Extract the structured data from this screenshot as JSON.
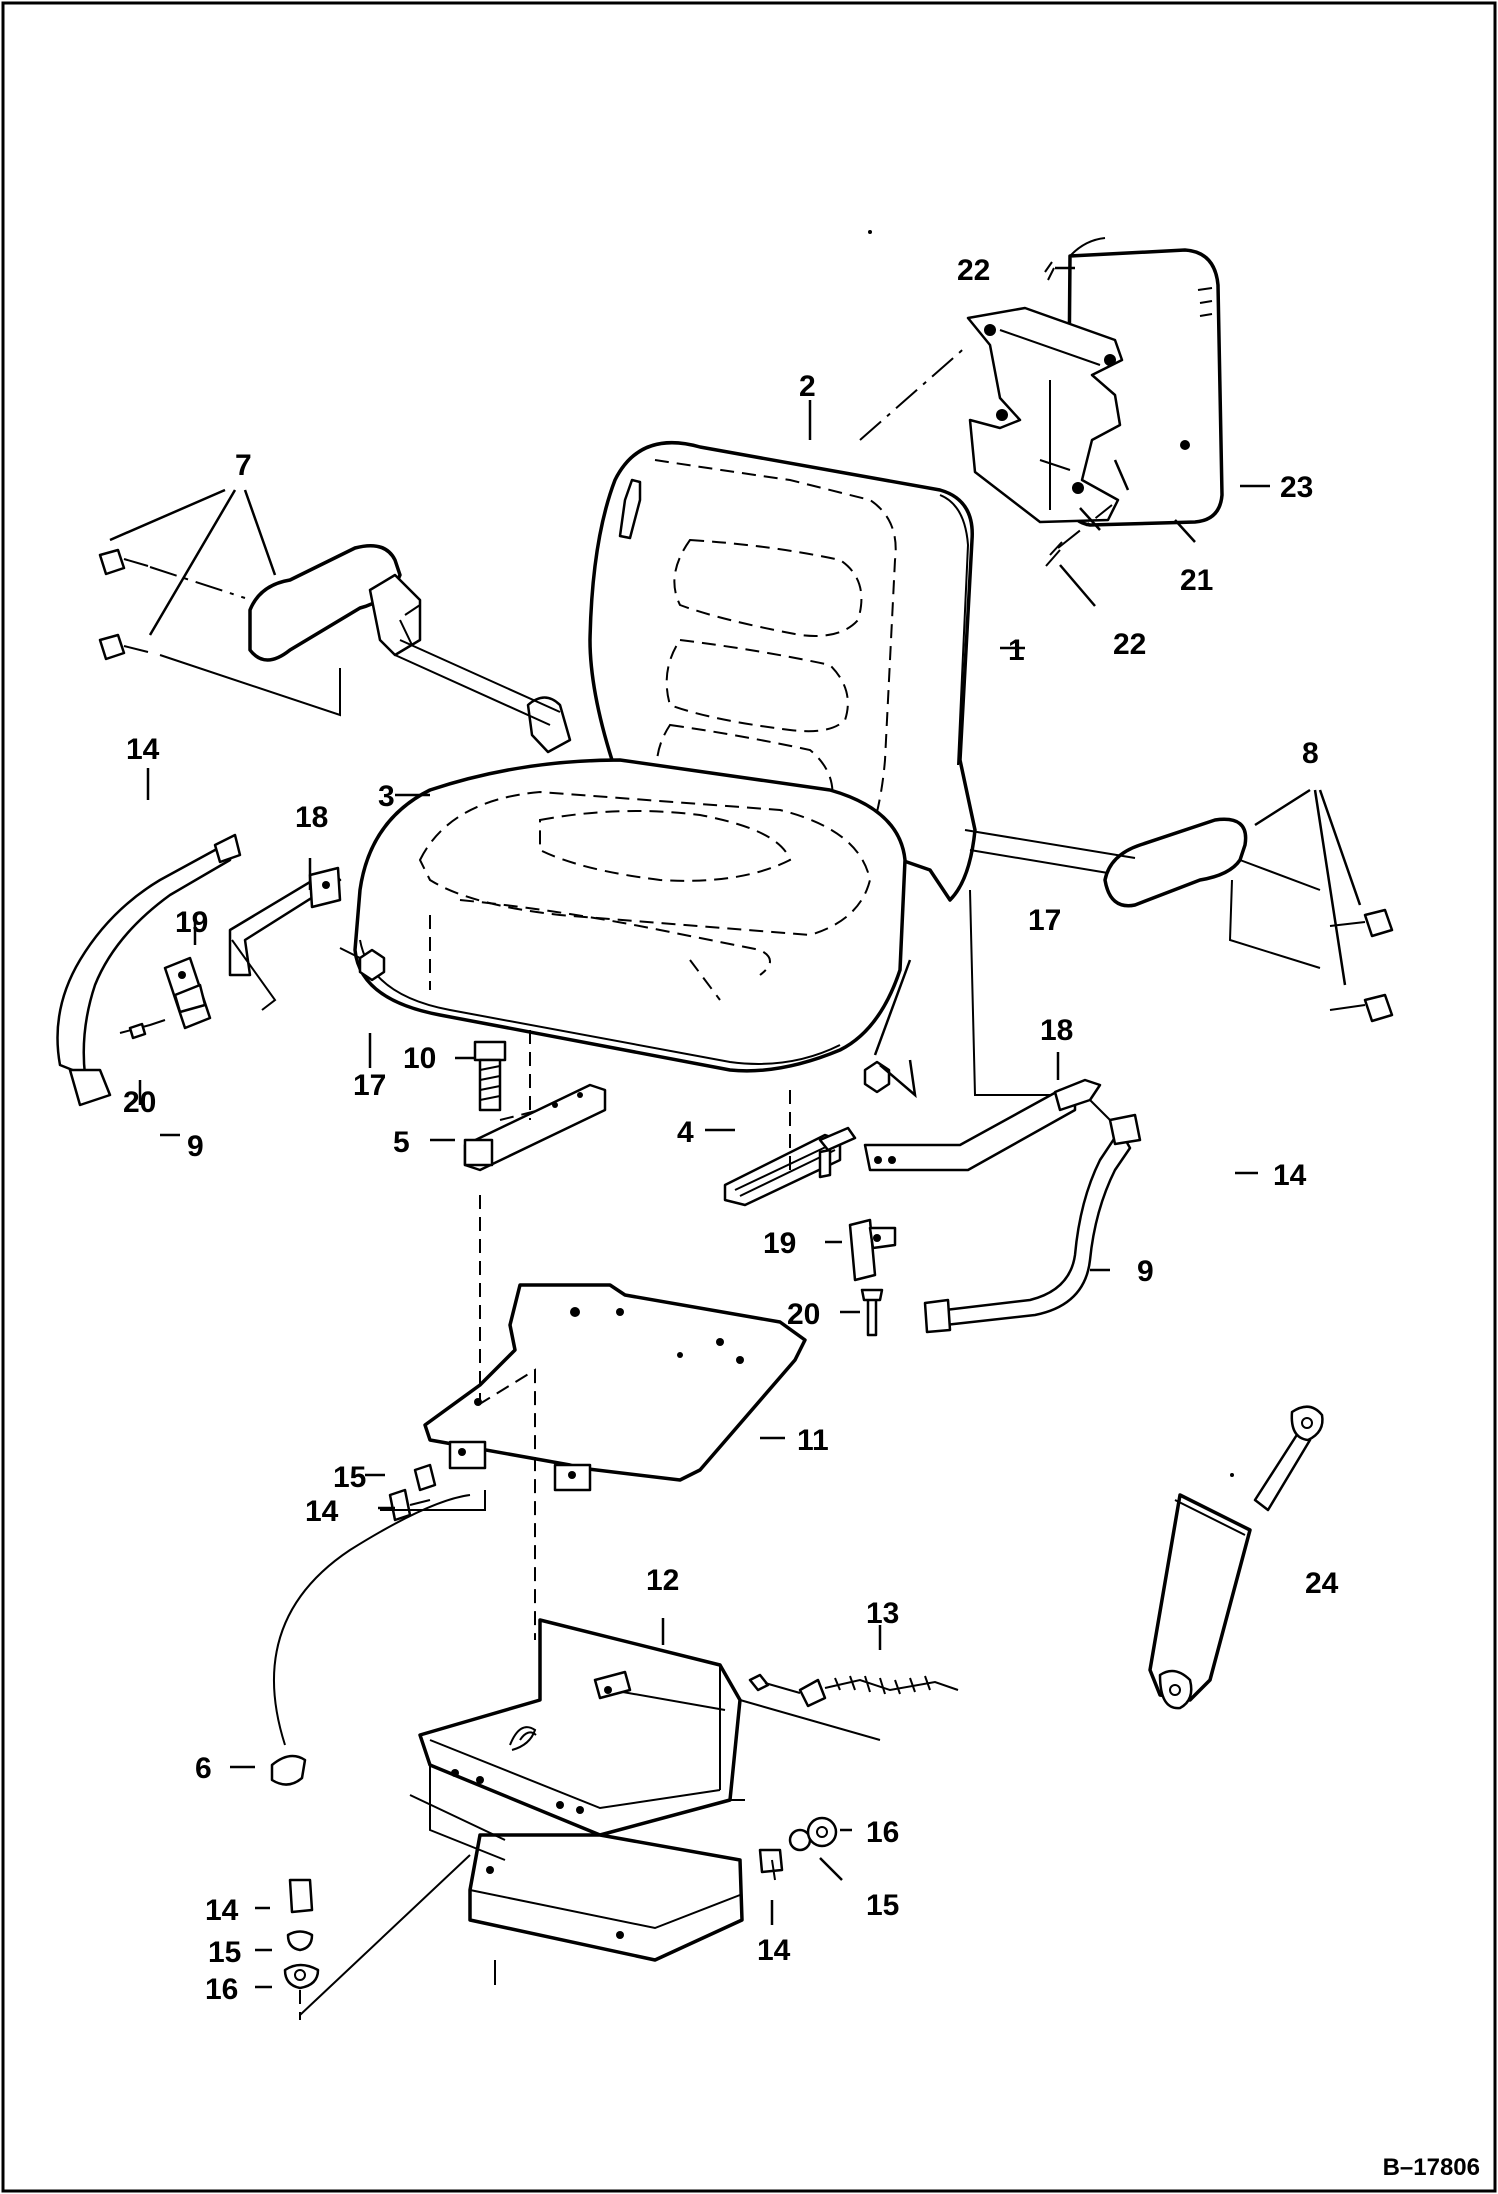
{
  "drawing_number": "B–17806",
  "callouts": {
    "c1": "1",
    "c2": "2",
    "c3": "3",
    "c4": "4",
    "c5": "5",
    "c6": "6",
    "c7": "7",
    "c8": "8",
    "c9": "9",
    "c10": "10",
    "c11": "11",
    "c12": "12",
    "c13": "13",
    "c14": "14",
    "c15": "15",
    "c16": "16",
    "c17": "17",
    "c18": "18",
    "c19": "19",
    "c20": "20",
    "c21": "21",
    "c22": "22",
    "c23": "23",
    "c24": "24"
  }
}
